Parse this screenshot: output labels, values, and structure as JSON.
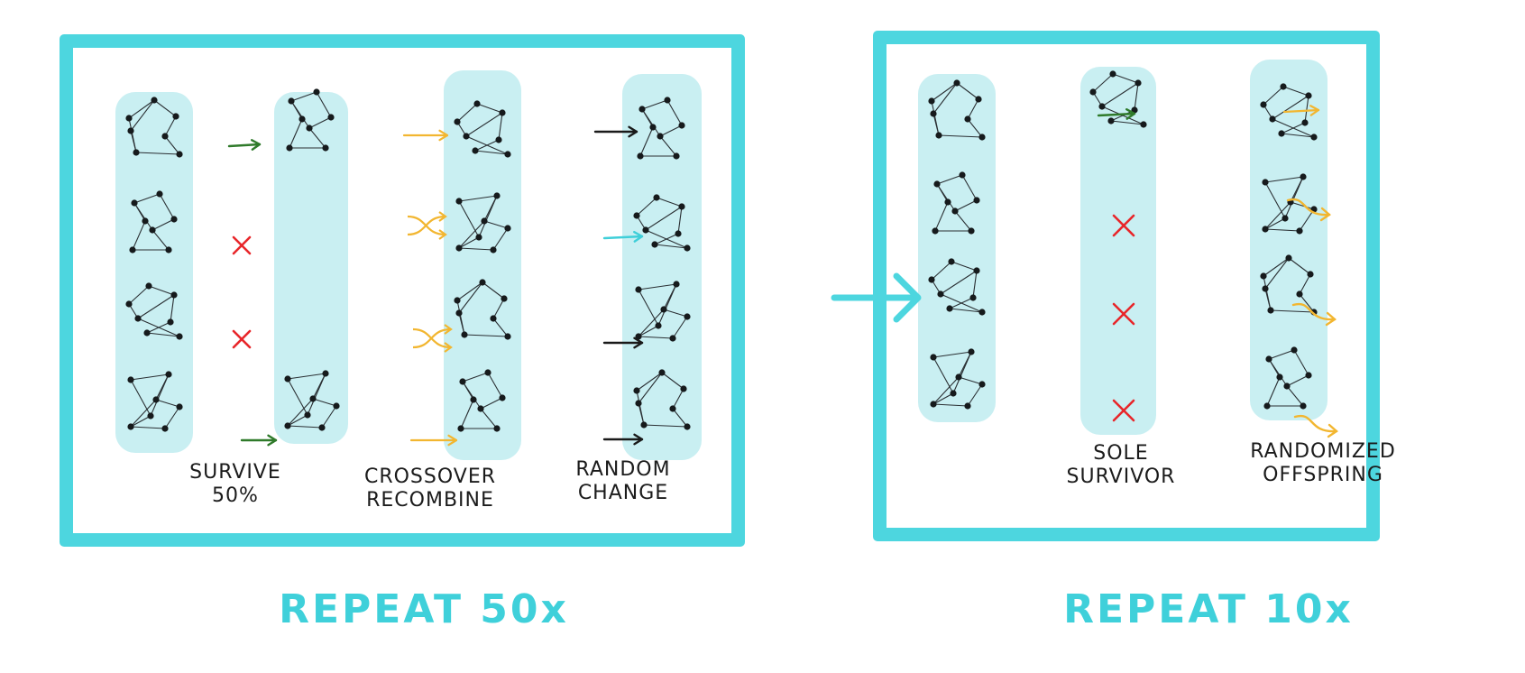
{
  "colors": {
    "frame": "#4dd6df",
    "band": "#c9eff2",
    "survive_arrow": "#2f7a2a",
    "crossover_arrow": "#f2b630",
    "mutation_arrow_black": "#1a1a1a",
    "mutation_arrow_teal": "#3fcfd9",
    "eliminated": "#e8262a",
    "title": "#3fd0da"
  },
  "left_panel": {
    "title": "REPEAT 50x",
    "captions": {
      "survive": [
        "SURVIVE",
        "50%"
      ],
      "crossover": [
        "CROSSOVER",
        "RECOMBINE"
      ],
      "random": [
        "RANDOM",
        "CHANGE"
      ]
    }
  },
  "right_panel": {
    "title": "REPEAT 10x",
    "captions": {
      "sole": [
        "SOLE",
        "SURVIVOR"
      ],
      "randomized": [
        "RANDOMIZED",
        "OFFSPRING"
      ]
    }
  },
  "icons": {
    "graph": "graph-network-icon",
    "arrow": "arrow-icon",
    "cross": "cross-mark-icon",
    "curved_arrow": "curved-arrow-icon",
    "crossover_arrow": "crossover-arrow-icon",
    "big_arrow": "big-arrow-icon"
  }
}
